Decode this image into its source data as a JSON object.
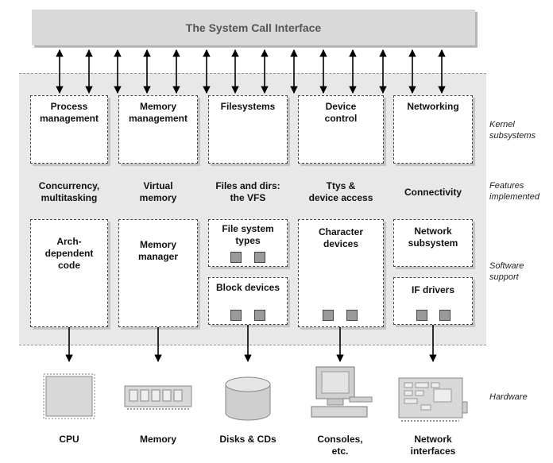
{
  "system_call_interface": "The System Call Interface",
  "side_labels": {
    "kernel_subsystems": "Kernel\nsubsystems",
    "features_implemented": "Features\nimplemented",
    "software_support": "Software\nsupport",
    "hardware": "Hardware"
  },
  "subsystems": [
    "Process\nmanagement",
    "Memory\nmanagement",
    "Filesystems",
    "Device\ncontrol",
    "Networking"
  ],
  "features": [
    "Concurrency,\nmultitasking",
    "Virtual\nmemory",
    "Files and dirs:\nthe VFS",
    "Ttys &\ndevice access",
    "Connectivity"
  ],
  "support": {
    "arch_code": "Arch-\ndependent\ncode",
    "memory_manager": "Memory\nmanager",
    "fs_types": "File system\ntypes",
    "block_devices": "Block devices",
    "char_devices": "Character\ndevices",
    "network_subsystem": "Network\nsubsystem",
    "if_drivers": "IF drivers"
  },
  "hardware": [
    "CPU",
    "Memory",
    "Disks & CDs",
    "Consoles,\netc.",
    "Network\ninterfaces"
  ]
}
